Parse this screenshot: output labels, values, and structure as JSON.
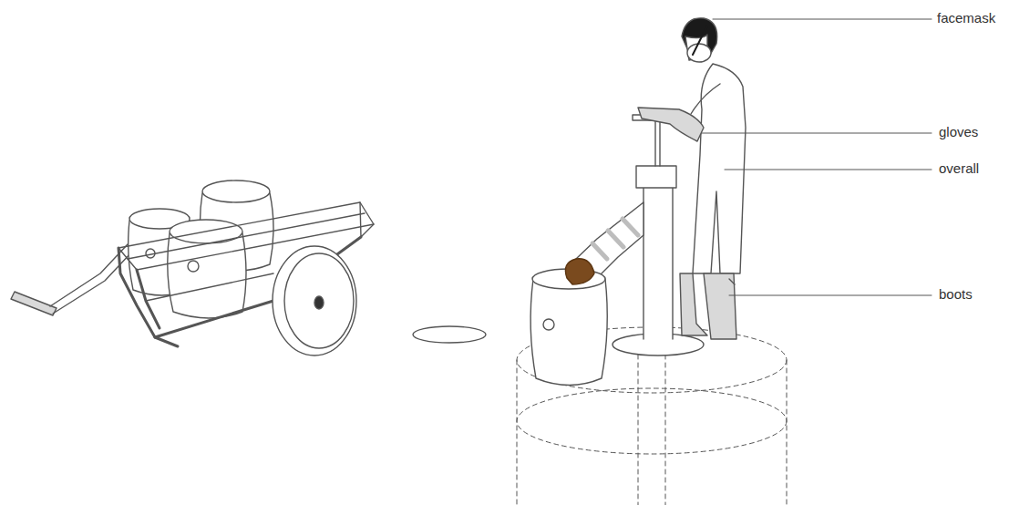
{
  "diagram": {
    "labels": [
      "facemask",
      "gloves",
      "overall",
      "boots"
    ]
  }
}
